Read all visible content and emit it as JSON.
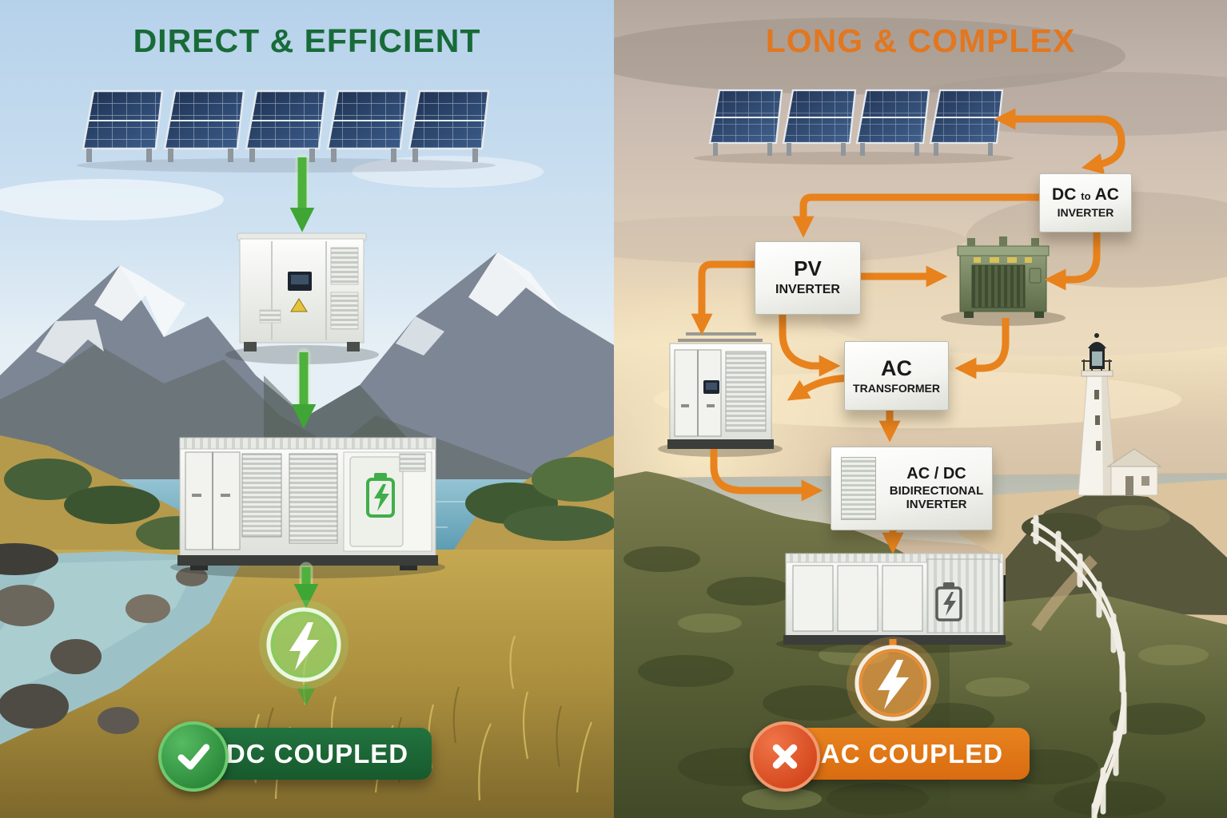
{
  "left": {
    "title": "DIRECT & EFFICIENT",
    "badge_label": "DC COUPLED",
    "icons": {
      "check_icon": "✓",
      "bolt_icon": "⚡",
      "battery_icon": "battery-with-bolt"
    },
    "colors": {
      "title": "#186B38",
      "banner": "#1D6A35",
      "arrow": "#4EB13C",
      "badge_circle": "#2E9E3E"
    }
  },
  "right": {
    "title": "LONG & COMPLEX",
    "badge_label": "AC COUPLED",
    "icons": {
      "cross_icon": "✕",
      "bolt_icon": "⚡",
      "battery_icon": "battery-with-bolt"
    },
    "colors": {
      "title": "#E2771F",
      "banner": "#E0761B",
      "arrow": "#E8821C",
      "badge_circle": "#DD4A1C"
    },
    "boxes": {
      "dc_ac": {
        "w1": "DC",
        "w2": "to",
        "w3": "AC",
        "line2": "INVERTER"
      },
      "pv": {
        "line1": "PV",
        "line2": "INVERTER"
      },
      "ac_tx": {
        "line1": "AC",
        "line2": "TRANSFORMER"
      },
      "bidir": {
        "line1": "AC / DC",
        "line2": "BIDIRECTIONAL",
        "line3": "INVERTER"
      }
    }
  }
}
